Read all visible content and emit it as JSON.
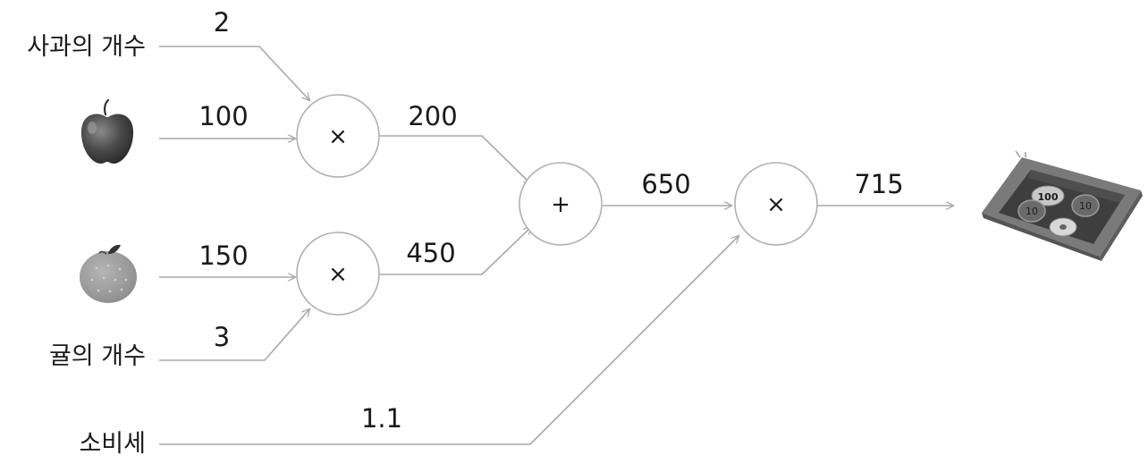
{
  "inputs": {
    "apple_count_label": "사과의 개수",
    "orange_count_label": "귤의 개수",
    "tax_label": "소비세"
  },
  "values": {
    "apple_count": "2",
    "apple_price": "100",
    "orange_price": "150",
    "orange_count": "3",
    "tax": "1.1",
    "apple_total": "200",
    "orange_total": "450",
    "sum": "650",
    "result": "715"
  },
  "operators": {
    "mul_apple": "×",
    "mul_orange": "×",
    "add": "+",
    "mul_tax": "×"
  },
  "icons": {
    "apple": "apple-icon",
    "orange": "orange-icon",
    "money_tray": "coin-tray-icon"
  },
  "coins": [
    "100",
    "10",
    "10",
    "5"
  ]
}
